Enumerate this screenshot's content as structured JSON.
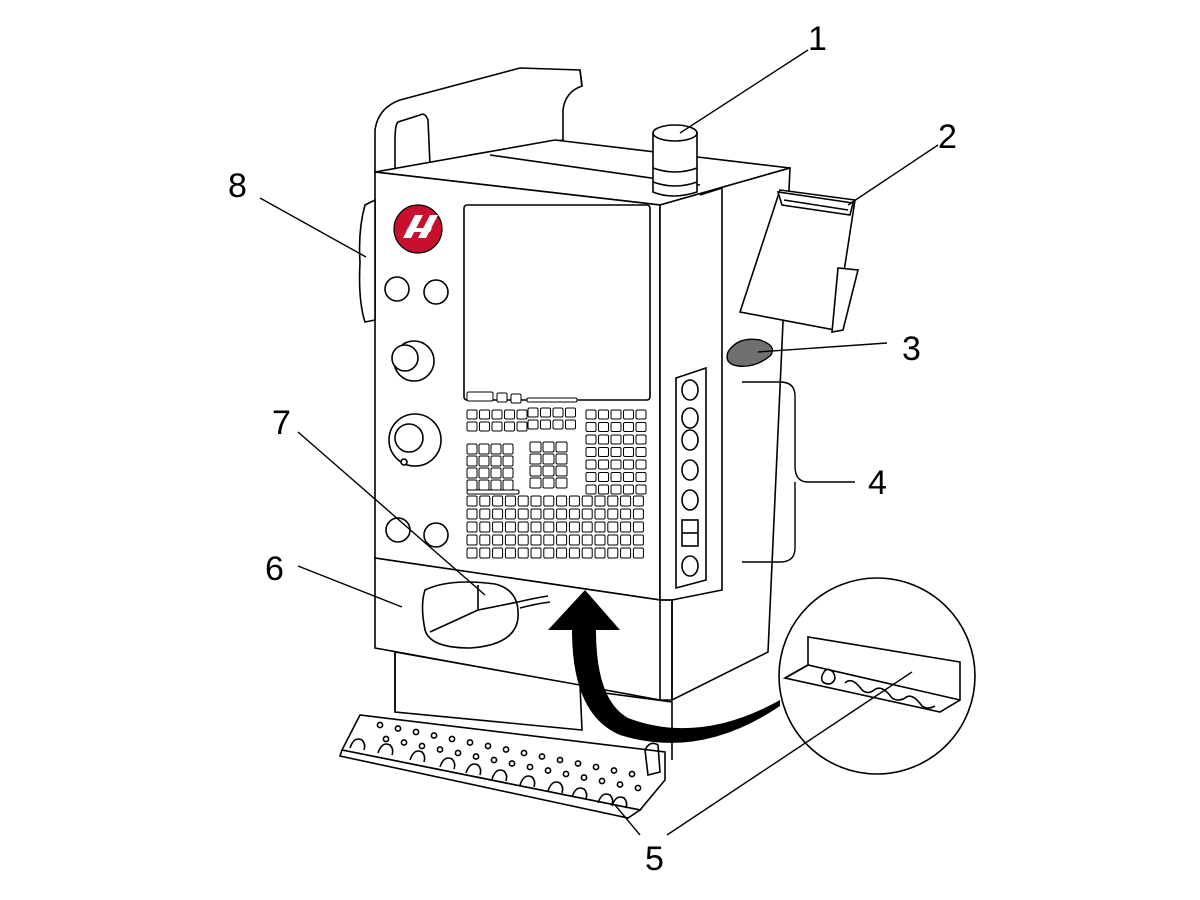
{
  "diagram": {
    "callouts": [
      {
        "id": "1",
        "label": "1"
      },
      {
        "id": "2",
        "label": "2"
      },
      {
        "id": "3",
        "label": "3"
      },
      {
        "id": "4",
        "label": "4"
      },
      {
        "id": "5",
        "label": "5"
      },
      {
        "id": "6",
        "label": "6"
      },
      {
        "id": "7",
        "label": "7"
      },
      {
        "id": "8",
        "label": "8"
      }
    ],
    "colors": {
      "line": "#000000",
      "background": "#ffffff",
      "logo": "#c8102e",
      "grip": "#707070",
      "arrow": "#000000"
    },
    "icons": [
      "control-pendant",
      "beacon-light",
      "clipboard",
      "usb-grip",
      "tool-holder-rack",
      "haas-logo"
    ]
  }
}
